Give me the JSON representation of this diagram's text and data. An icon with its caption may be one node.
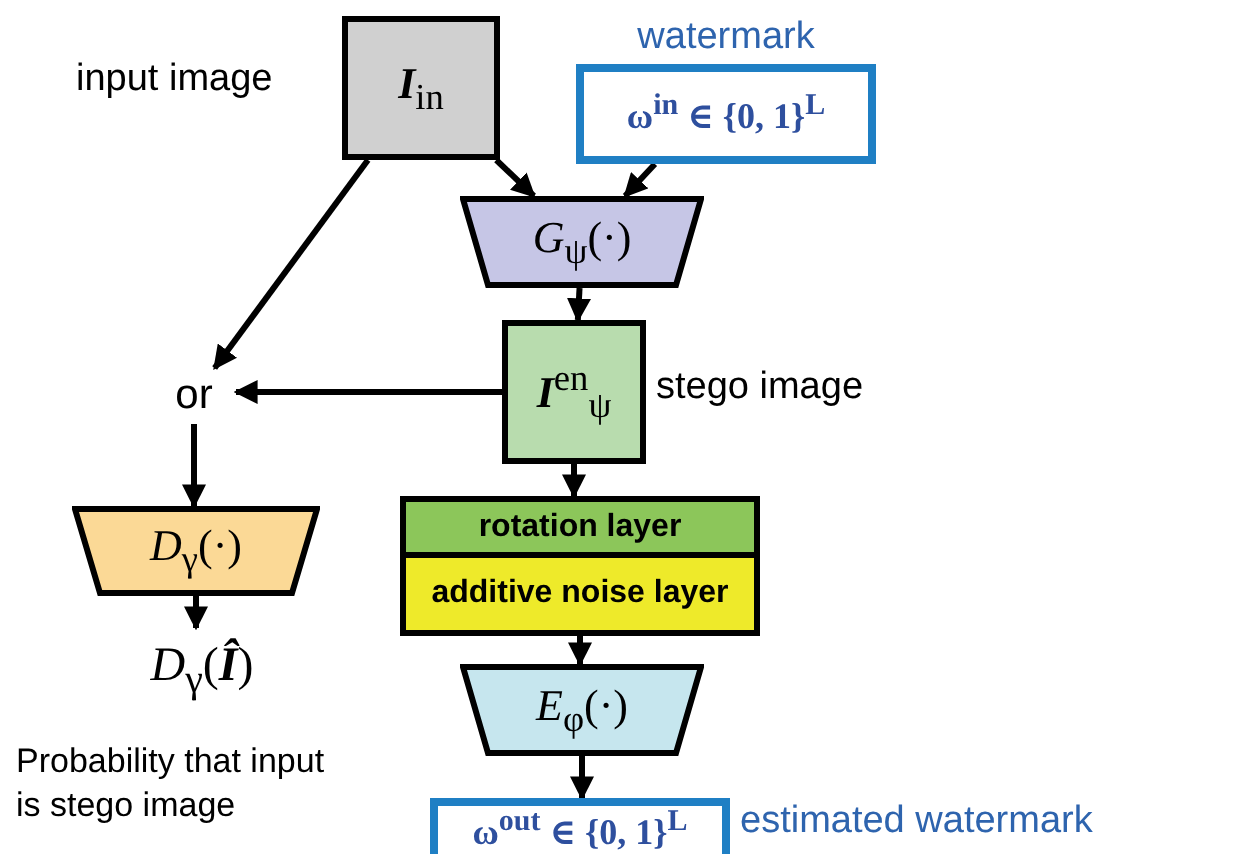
{
  "diagram": {
    "nodes": [
      {
        "text": [
          "**I**$_{in}$"
        ],
        "beside": [
          "input image"
        ]
      },
      {
        "text": [
          "watermark",
          "ω$^{in}$ ∈ {0, 1}$^{L}$"
        ]
      },
      {
        "text": [
          "*G*$_{ψ}$(·)"
        ]
      },
      {
        "text": [
          "**I**$^{en}$$_{ψ}$"
        ],
        "beside": [
          "stego image"
        ]
      },
      {
        "text": [
          "or"
        ]
      },
      {
        "text": [
          "rotation layer"
        ]
      },
      {
        "text": [
          "additive noise layer"
        ]
      },
      {
        "text": [
          "*D*$_{γ}$(·)"
        ]
      },
      {
        "text": [
          "*D*$_{γ}$(**Î**)"
        ],
        "beside": [
          "Probability that input is stego image"
        ]
      },
      {
        "text": [
          "*E*$_{φ}$(·)"
        ]
      },
      {
        "text": [
          "ω$^{out}$ ∈ {0, 1}$^{L}$"
        ],
        "beside": [
          "estimated watermark"
        ]
      }
    ],
    "edges": [
      {
        "from": 0,
        "to": 2,
        "arrow": "to"
      },
      {
        "from": 1,
        "to": 2,
        "arrow": "to"
      },
      {
        "from": 0,
        "to": 4,
        "arrow": "to"
      },
      {
        "from": 3,
        "to": 4,
        "arrow": "to"
      },
      {
        "from": 2,
        "to": 3,
        "arrow": "to"
      },
      {
        "from": 3,
        "to": 5,
        "arrow": "to"
      },
      {
        "from": 6,
        "to": 9,
        "arrow": "to"
      },
      {
        "from": 9,
        "to": 10,
        "arrow": "to"
      },
      {
        "from": 4,
        "to": 7,
        "arrow": "to"
      },
      {
        "from": 7,
        "to": 8,
        "arrow": "to"
      }
    ]
  }
}
